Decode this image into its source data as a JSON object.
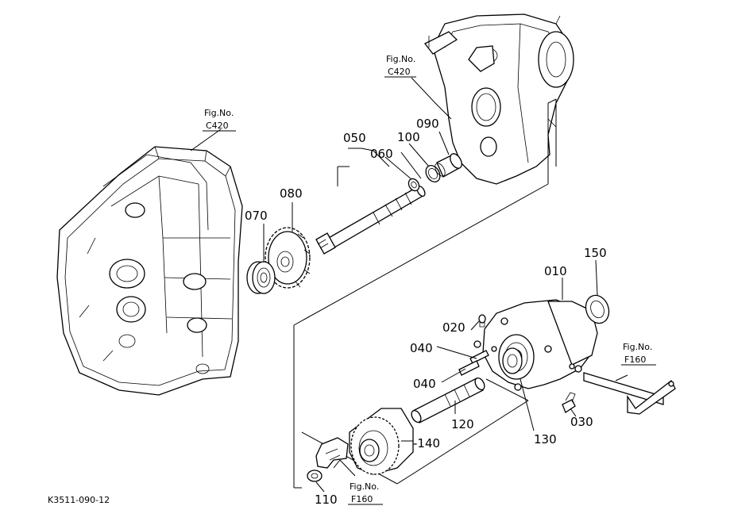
{
  "callouts": {
    "p010": "010",
    "p020": "020",
    "p030": "030",
    "p040a": "040",
    "p040b": "040",
    "p050": "050",
    "p060": "060",
    "p070": "070",
    "p080": "080",
    "p090": "090",
    "p100": "100",
    "p110": "110",
    "p120": "120",
    "p130": "130",
    "p140": "-140",
    "p150": "150"
  },
  "figure_refs": {
    "left": {
      "title": "Fig.No.",
      "code": "C420"
    },
    "top": {
      "title": "Fig.No.",
      "code": "C420"
    },
    "right": {
      "title": "Fig.No.",
      "code": "F160"
    },
    "bottom": {
      "title": "Fig.No.",
      "code": "F160"
    }
  },
  "caption": "K3511-090-12"
}
